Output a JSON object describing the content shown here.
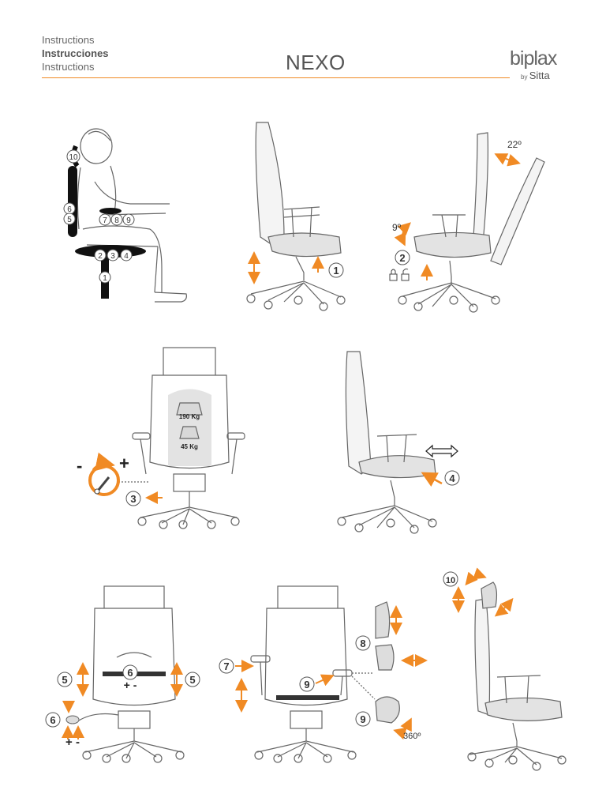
{
  "header": {
    "languages": [
      "Instructions",
      "Instrucciones",
      "Instructions"
    ],
    "title": "NEXO",
    "brand": {
      "name": "biplax",
      "by": "by",
      "sub": "Sitta"
    }
  },
  "figures": {
    "posture_numbers": [
      "10",
      "6",
      "5",
      "7",
      "8",
      "9",
      "2",
      "3",
      "4",
      "1"
    ],
    "step1": "1",
    "step2": "2",
    "step2_angle": "9º",
    "headrest_angle": "22º",
    "weight_high": "190 Kg",
    "weight_low": "45 Kg",
    "step3": "3",
    "minus": "-",
    "plus": "+",
    "step4": "4",
    "step5": "5",
    "step6": "6",
    "plus_minus": "+ -",
    "step7": "7",
    "step8": "8",
    "step9": "9",
    "rotation": "360º",
    "step10": "10"
  },
  "colors": {
    "accent": "#f08a24",
    "line": "#666666",
    "seat_fill": "#e3e3e3"
  }
}
